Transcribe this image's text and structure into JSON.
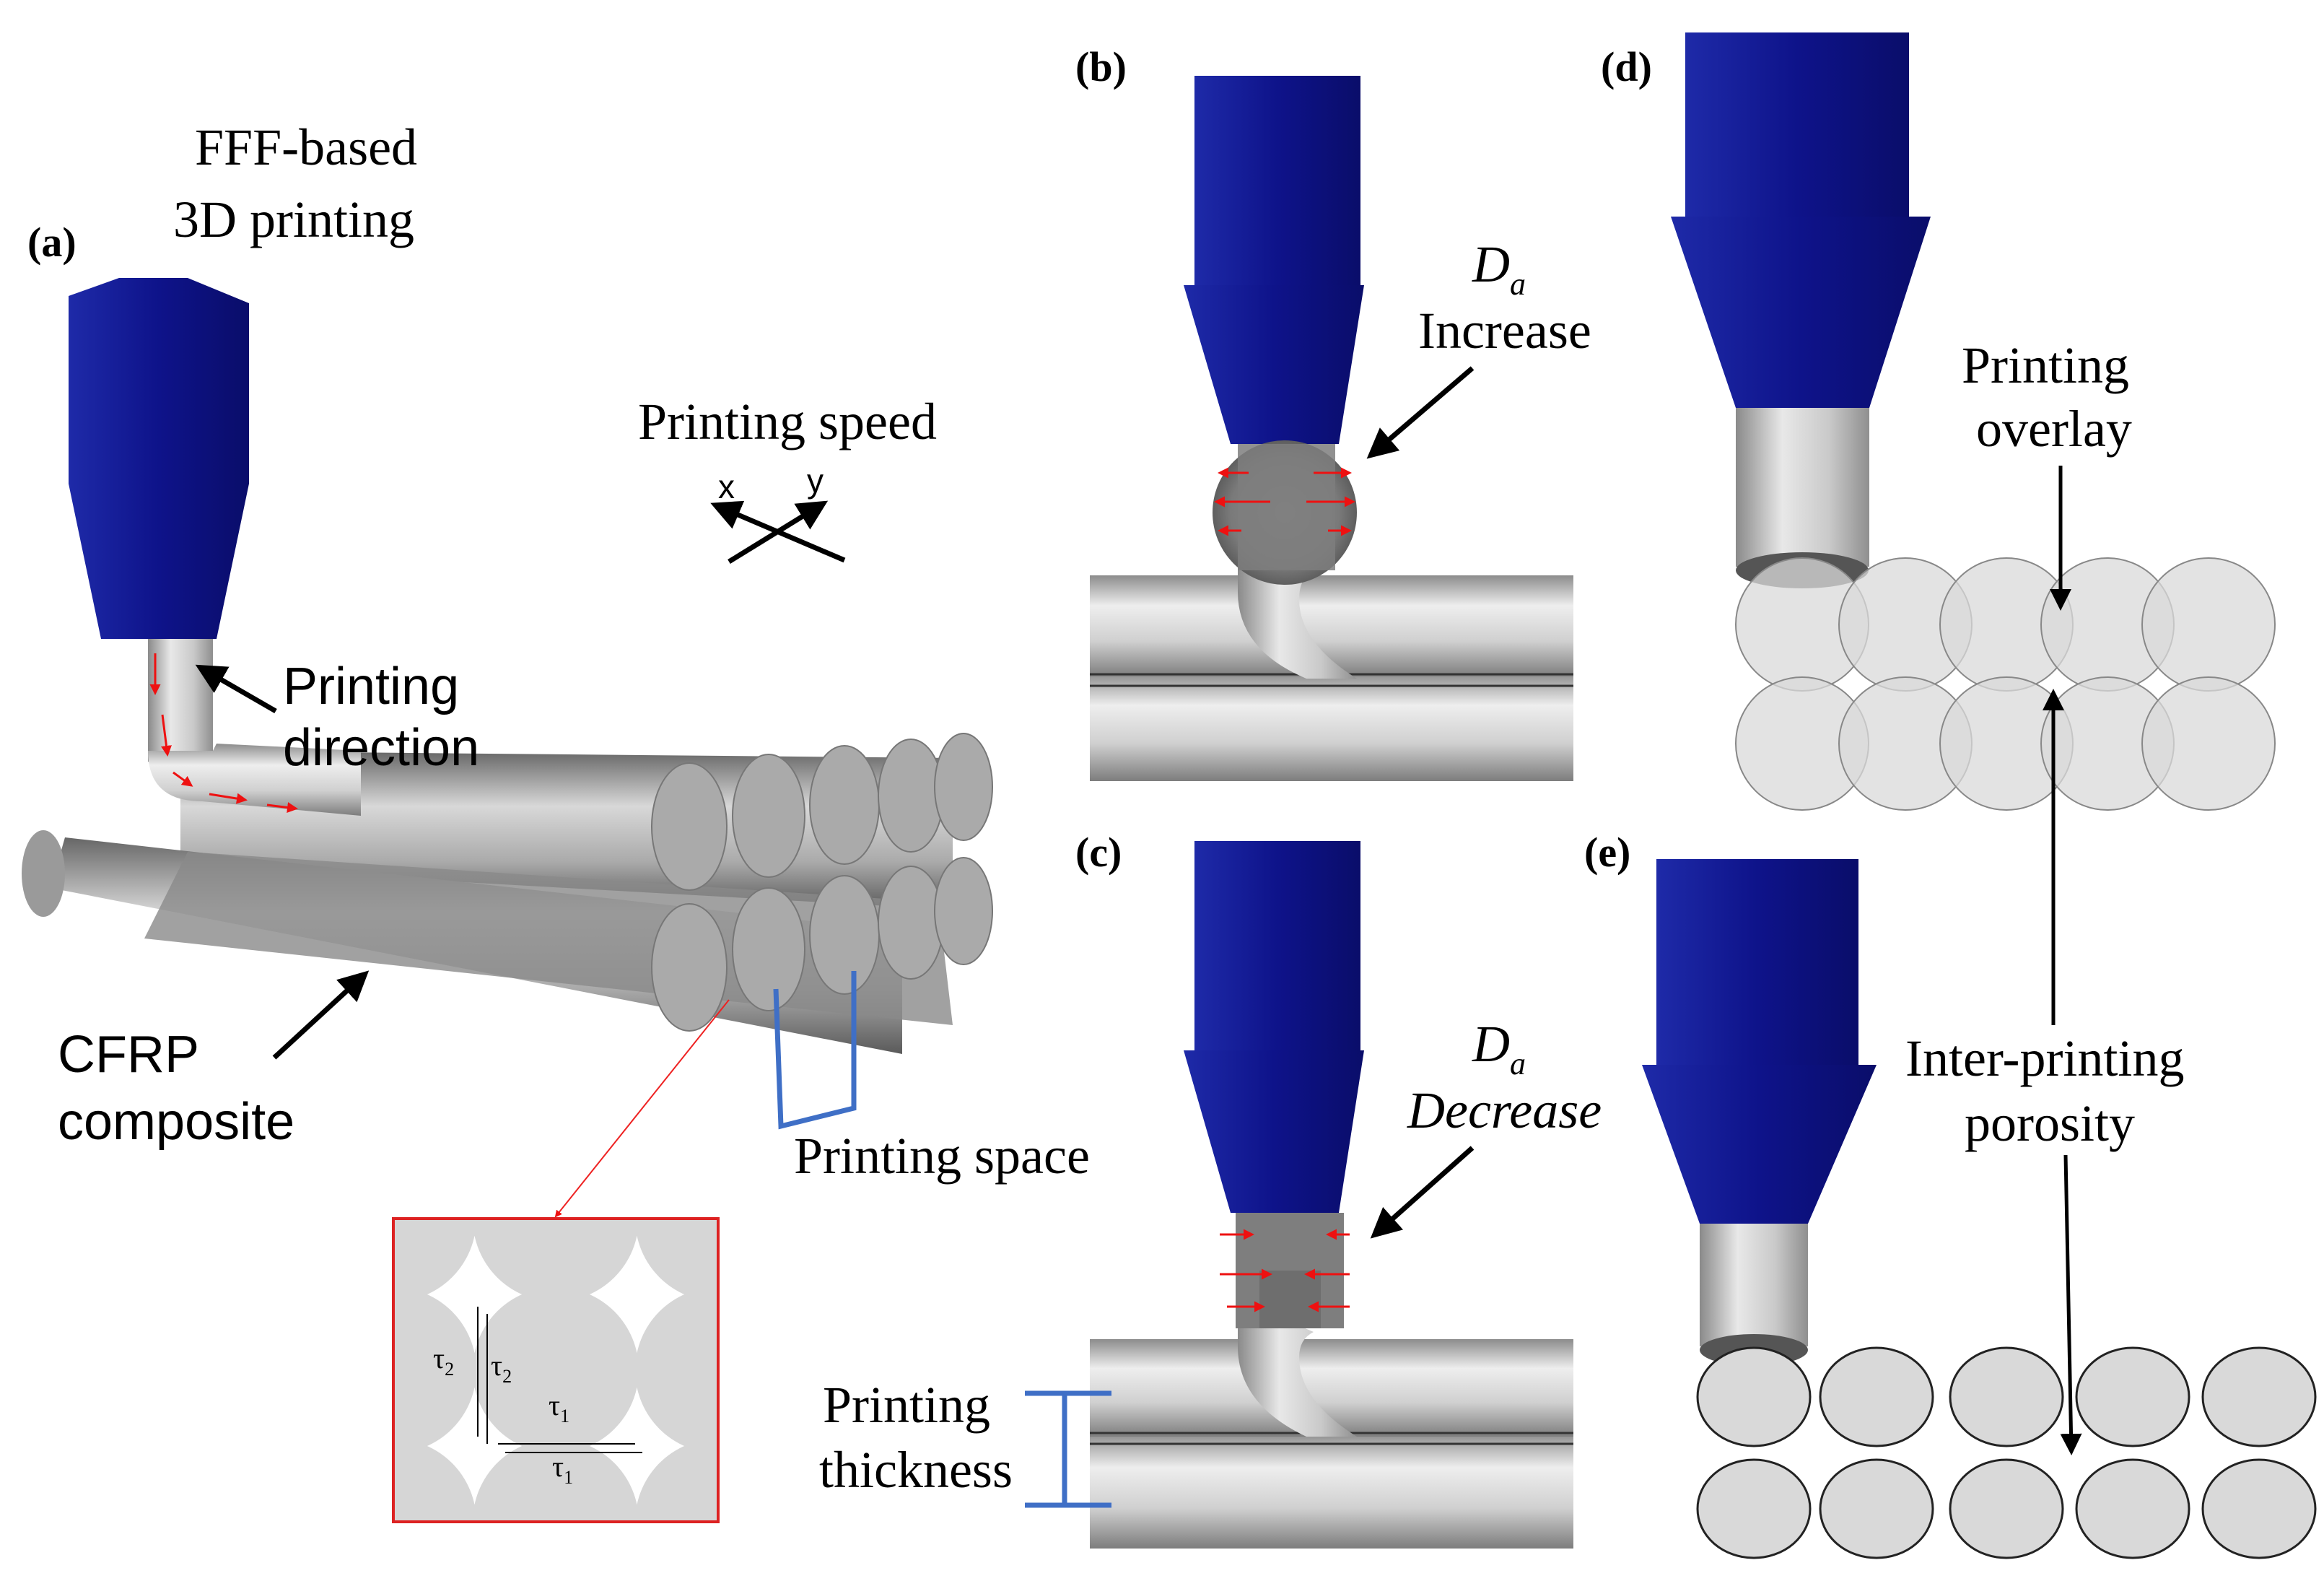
{
  "panels": {
    "a": "(a)",
    "b": "(b)",
    "c": "(c)",
    "d": "(d)",
    "e": "(e)"
  },
  "a": {
    "title_line1": "FFF-based",
    "title_line2": "3D printing",
    "speed_label": "Printing speed",
    "axis_x": "x",
    "axis_y": "y",
    "direction_line1": "Printing",
    "direction_line2": "direction",
    "cfrp_line1": "CFRP",
    "cfrp_line2": "composite",
    "space_label": "Printing space",
    "inset": {
      "tau": "τ",
      "sub1": "1",
      "sub2": "2"
    }
  },
  "b": {
    "da_symbol": "D",
    "da_sub": "a",
    "label": "Increase"
  },
  "c": {
    "da_symbol": "D",
    "da_sub": "a",
    "label": "Decrease",
    "thickness_line1": "Printing",
    "thickness_line2": "thickness"
  },
  "d": {
    "overlay_line1": "Printing",
    "overlay_line2": "overlay"
  },
  "e": {
    "porosity_line1": "Inter-printing",
    "porosity_line2": "porosity"
  },
  "colors": {
    "nozzle_blue": "#14148c",
    "fiber_gray": "#b9b9b9",
    "arrow_red": "#ee1111",
    "bracket_blue": "#3f6fc6",
    "inset_border": "#dd2222"
  }
}
